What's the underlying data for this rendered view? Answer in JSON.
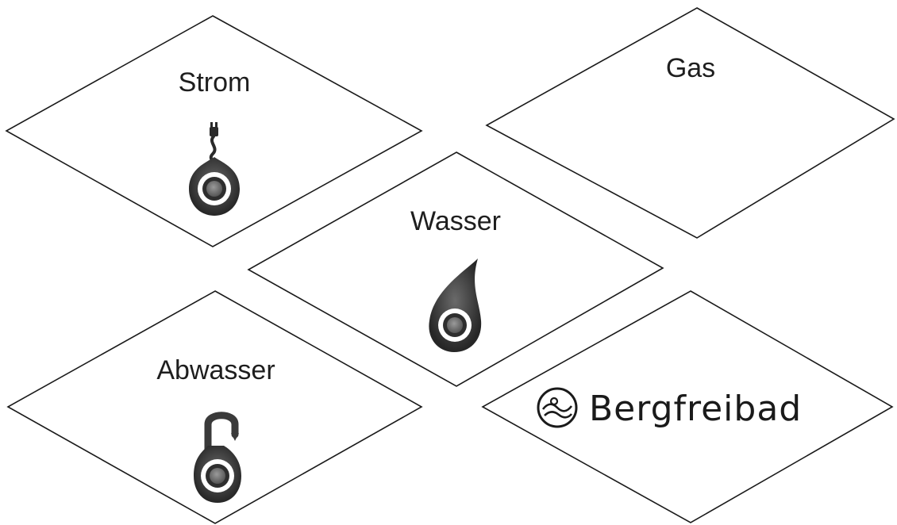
{
  "tiles": {
    "strom": {
      "label": "Strom",
      "icon": "power-plug-icon"
    },
    "gas": {
      "label": "Gas"
    },
    "wasser": {
      "label": "Wasser",
      "icon": "water-drop-icon"
    },
    "abwasser": {
      "label": "Abwasser",
      "icon": "drain-pipe-icon"
    },
    "bergfreibad": {
      "label": "Bergfreibad",
      "icon": "swimming-wave-icon"
    }
  },
  "colors": {
    "outline": "#1a1a1a",
    "icon_dark": "#3a3a3a",
    "icon_mid": "#7a7a7a",
    "icon_light": "#ffffff"
  }
}
